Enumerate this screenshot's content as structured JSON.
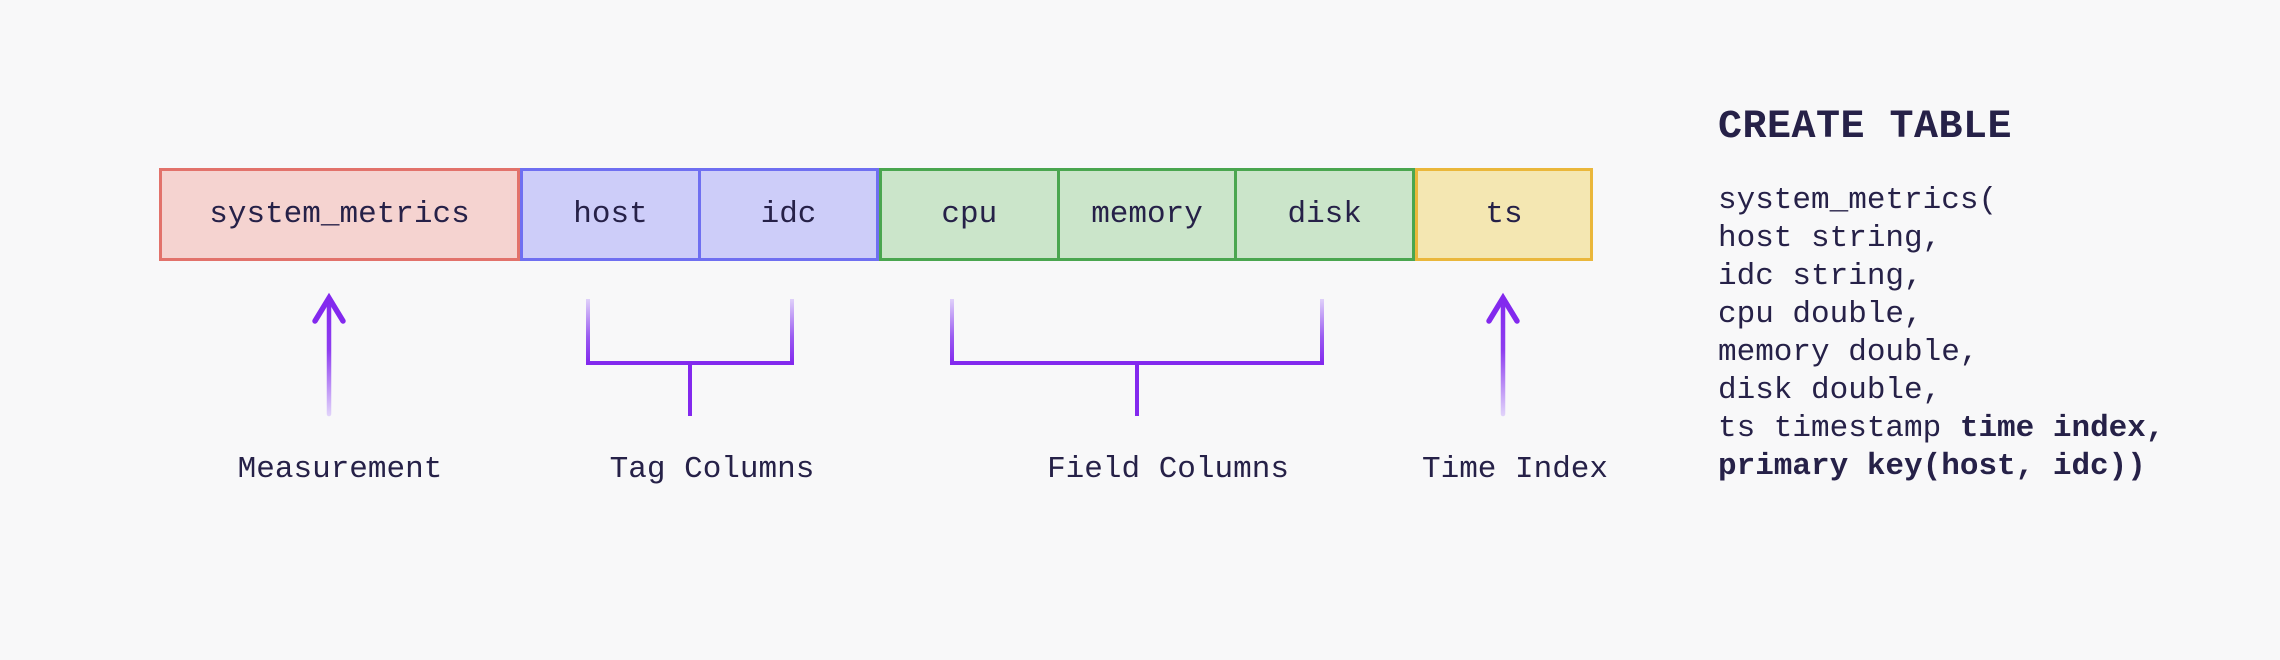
{
  "background_color": "#f8f8f9",
  "text_color": "#262148",
  "connector_color": "#8329ee",
  "bar": {
    "measurement": {
      "fill": "#f5d3d0",
      "border": "#e2726b",
      "cells": [
        "system_metrics"
      ]
    },
    "tags": {
      "fill": "#cdcdf9",
      "border": "#6f6ff1",
      "cells": [
        "host",
        "idc"
      ]
    },
    "fields": {
      "fill": "#cbe5ca",
      "border": "#4aa64f",
      "cells": [
        "cpu",
        "memory",
        "disk"
      ]
    },
    "time": {
      "fill": "#f4e7b2",
      "border": "#eab73b",
      "cells": [
        "ts"
      ]
    }
  },
  "labels": {
    "measurement": "Measurement",
    "tags": "Tag Columns",
    "fields": "Field Columns",
    "time": "Time Index"
  },
  "sql": {
    "heading": "CREATE TABLE",
    "lines": [
      {
        "plain": "system_metrics("
      },
      {
        "plain": "host string,"
      },
      {
        "plain": "idc string,"
      },
      {
        "plain": "cpu double,"
      },
      {
        "plain": "memory double,"
      },
      {
        "plain": "disk double,"
      },
      {
        "plain": "ts timestamp ",
        "bold": "time index,"
      },
      {
        "plain": "",
        "bold": "primary key(host, idc))"
      }
    ]
  }
}
